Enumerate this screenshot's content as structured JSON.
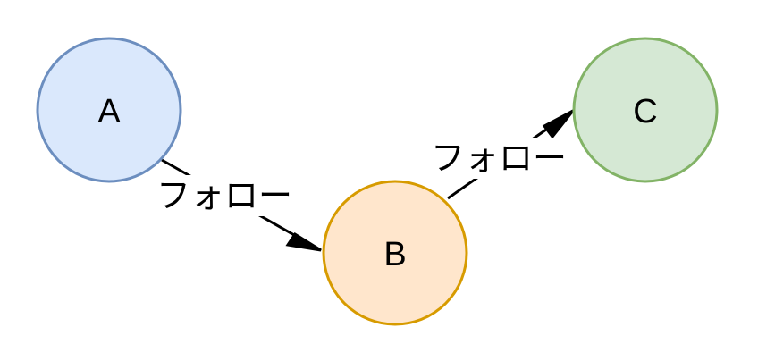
{
  "nodes": [
    {
      "id": "a",
      "label": "A",
      "fill": "#dae8fc",
      "stroke": "#6c8ebf"
    },
    {
      "id": "b",
      "label": "B",
      "fill": "#ffe6cc",
      "stroke": "#d79b00"
    },
    {
      "id": "c",
      "label": "C",
      "fill": "#d5e8d4",
      "stroke": "#82b366"
    }
  ],
  "edges": [
    {
      "from": "A",
      "to": "B",
      "label": "フォロー"
    },
    {
      "from": "B",
      "to": "C",
      "label": "フォロー"
    }
  ],
  "colors": {
    "edge": "#000000",
    "background": "#ffffff"
  }
}
